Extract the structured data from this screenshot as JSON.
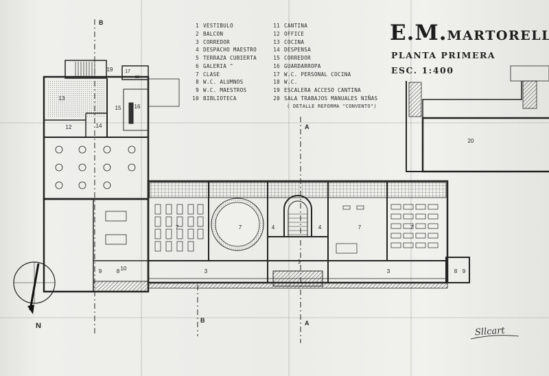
{
  "drawing": {
    "school": {
      "initials": "E.M.",
      "name": "MARTORELL"
    },
    "sheet_title": "PLANTA PRIMERA",
    "scale": "ESC. 1:400",
    "signature": "Sllcart",
    "north": "N",
    "sections": {
      "a_top": "A",
      "a_bottom": "A",
      "b_top": "B",
      "b_bottom": "B"
    },
    "legend_col1": [
      {
        "n": "1",
        "text": "VESTIBULO"
      },
      {
        "n": "2",
        "text": "BALCON"
      },
      {
        "n": "3",
        "text": "CORREDOR"
      },
      {
        "n": "4",
        "text": "DESPACHO MAESTRO"
      },
      {
        "n": "5",
        "text": "TERRAZA CUBIERTA"
      },
      {
        "n": "6",
        "text": "GALERIA      \""
      },
      {
        "n": "7",
        "text": "CLASE"
      },
      {
        "n": "8",
        "text": "W.C. ALUMNOS"
      },
      {
        "n": "9",
        "text": "W.C. MAESTROS"
      },
      {
        "n": "10",
        "text": "BIBLIOTECA"
      }
    ],
    "legend_col2": [
      {
        "n": "11",
        "text": "CANTINA"
      },
      {
        "n": "12",
        "text": "OFFICE"
      },
      {
        "n": "13",
        "text": "COCINA"
      },
      {
        "n": "14",
        "text": "DESPENSA"
      },
      {
        "n": "15",
        "text": "CORREDOR"
      },
      {
        "n": "16",
        "text": "GUARDARROPA"
      },
      {
        "n": "17",
        "text": "W.C. PERSONAL COCINA"
      },
      {
        "n": "18",
        "text": "W.C."
      },
      {
        "n": "19",
        "text": "ESCALERA ACCESO CANTINA"
      },
      {
        "n": "20",
        "text": "SALA TRABAJOS MANUALES NIÑAS"
      }
    ],
    "legend_note": "( DETALLE REFORMA \"CONVENTO\")",
    "room_labels": {
      "r1": "1",
      "r3a": "3",
      "r3b": "3",
      "r4a": "4",
      "r4b": "4",
      "r7a": "7",
      "r7b": "7",
      "r7c": "7",
      "r7d": "7",
      "r8a": "8",
      "r8b": "8",
      "r9a": "9",
      "r9b": "9",
      "r10": "10",
      "r12": "12",
      "r13": "13",
      "r14": "14",
      "r15": "15",
      "r16": "16",
      "r17": "17",
      "r18": "18",
      "r19": "19",
      "r20": "20"
    }
  }
}
